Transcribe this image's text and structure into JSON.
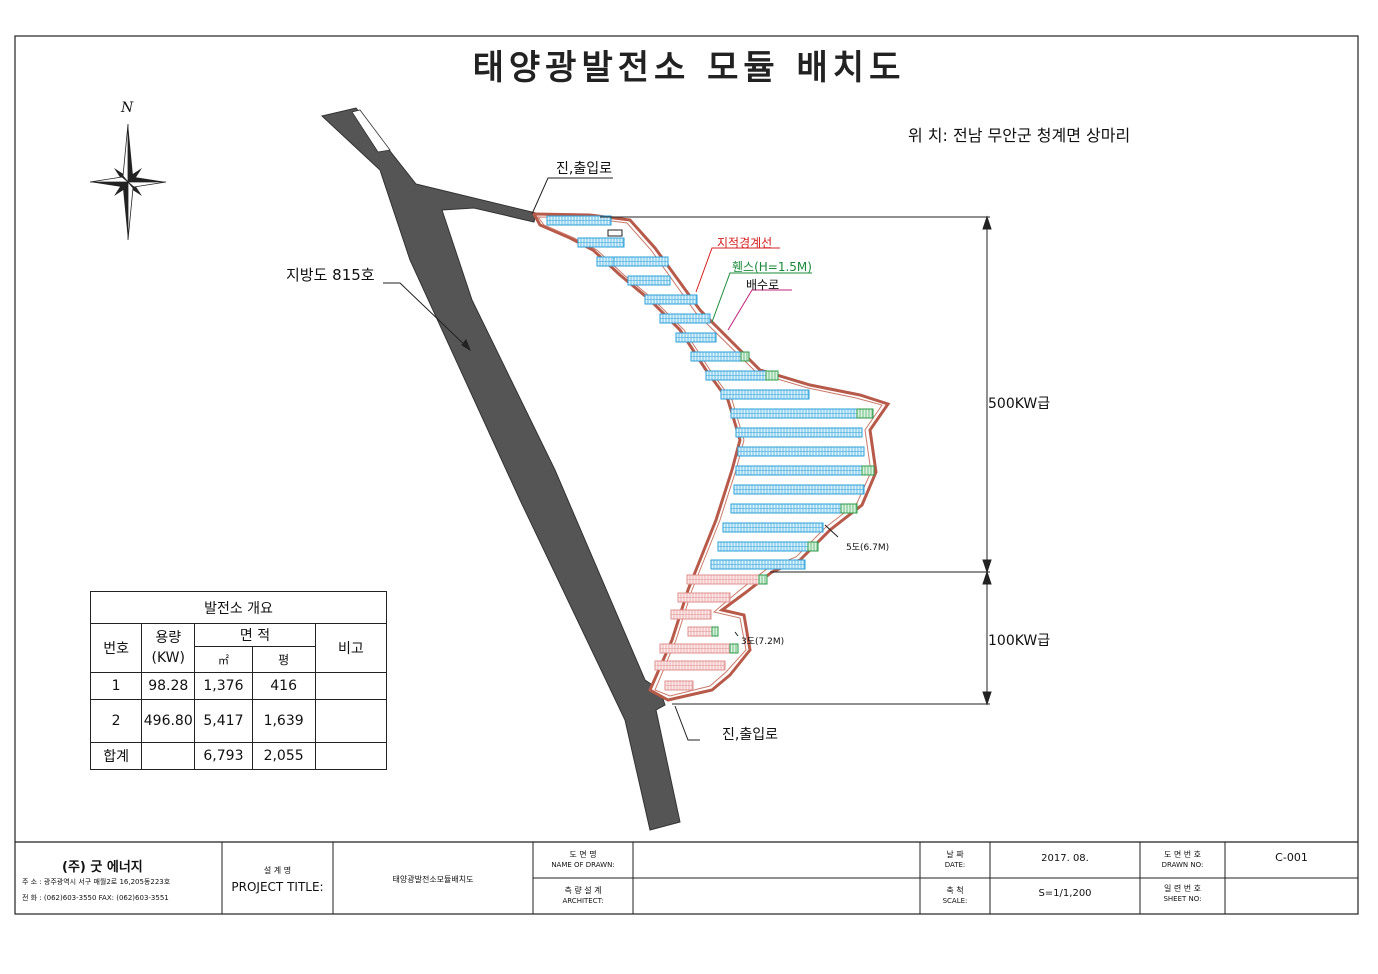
{
  "title": "태양광발전소 모듈 배치도",
  "location": "위 치: 전남 무안군 청계면 상마리",
  "north_label": "N",
  "road_name": "지방도 815호",
  "entrance_label_top": "진,출입로",
  "entrance_label_bottom": "진,출입로",
  "legend": {
    "boundary": "지적경계선",
    "fence": "휀스(H=1.5M)",
    "drain": "배수로"
  },
  "slopes": [
    "5도(6.7M)",
    "3도(7.2M)"
  ],
  "capacity_labels": [
    "500KW급",
    "100KW급"
  ],
  "colors": {
    "road": "#555555",
    "boundary": "#b85a4a",
    "module_blue": "#2aa0d8",
    "module_green": "#2c9a4a",
    "module_pink": "#e08f8f",
    "label_boundary": "#d42020",
    "label_fence": "#1a8a3a",
    "label_drain": "#c0207a"
  },
  "summary": {
    "caption": "발전소 개요",
    "headers": {
      "no": "번호",
      "capacity": "용량",
      "capacity_unit": "(KW)",
      "area": "면 적",
      "area_m2": "㎡",
      "area_pyeong": "평",
      "remarks": "비고"
    },
    "rows": [
      {
        "no": "1",
        "capacity": "98.28",
        "m2": "1,376",
        "pyeong": "416",
        "remarks": ""
      },
      {
        "no": "2",
        "capacity": "496.80",
        "m2": "5,417",
        "pyeong": "1,639",
        "remarks": ""
      }
    ],
    "total": {
      "label": "합계",
      "capacity": "",
      "m2": "6,793",
      "pyeong": "2,055",
      "remarks": ""
    }
  },
  "title_block": {
    "company": "(주) 굿 에너지",
    "address": "주 소 : 광주광역시 서구 매월2로 16,205동223호",
    "phone": "전 화 : (062)603-3550 FAX: (062)603-3551",
    "project_title_kr": "설 계 명",
    "project_title_en": "PROJECT TITLE:",
    "project_name": "태양광발전소모듈배치도",
    "name_of_drawn_kr": "도 면 명",
    "name_of_drawn_en": "NAME OF DRAWN:",
    "architect_kr": "측 량 설 계",
    "architect_en": "ARCHITECT:",
    "date_kr": "날 짜",
    "date_en": "DATE:",
    "date_value": "2017. 08.",
    "scale_kr": "축 척",
    "scale_en": "SCALE:",
    "scale_value": "S=1/1,200",
    "drawn_no_kr": "도 면 번 호",
    "drawn_no_en": "DRAWN NO:",
    "drawn_no_value": "C-001",
    "sheet_no_kr": "일 련 번 호",
    "sheet_no_en": "SHEET NO:",
    "sheet_no_value": ""
  }
}
